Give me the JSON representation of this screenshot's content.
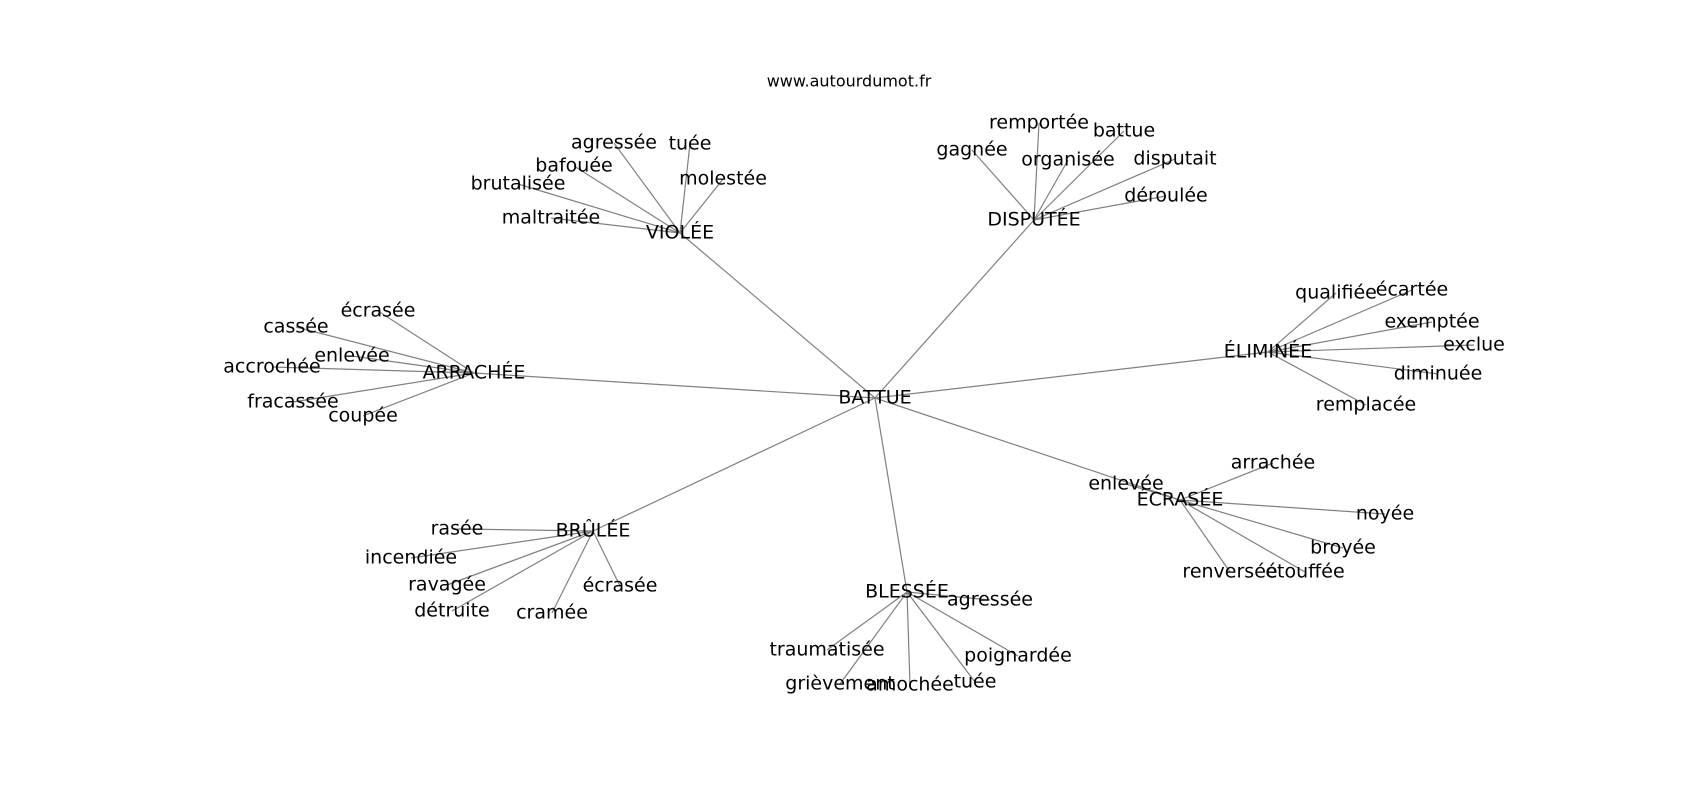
{
  "source_label": "www.autourdumot.fr",
  "center_word": "BATTUE",
  "clusters": [
    {
      "word": "VIOLÉE",
      "neighbors": [
        "agressée",
        "tuée",
        "bafouée",
        "molestée",
        "brutalisée",
        "maltraitée"
      ]
    },
    {
      "word": "DISPUTÉE",
      "neighbors": [
        "remportée",
        "battue",
        "gagnée",
        "organisée",
        "disputait",
        "déroulée"
      ]
    },
    {
      "word": "ARRACHÉE",
      "neighbors": [
        "écrasée",
        "cassée",
        "enlevée",
        "accrochée",
        "fracassée",
        "coupée"
      ]
    },
    {
      "word": "ÉLIMINÉE",
      "neighbors": [
        "qualifiée",
        "écartée",
        "exemptée",
        "exclue",
        "diminuée",
        "remplacée"
      ]
    },
    {
      "word": "ÉCRASÉE",
      "neighbors": [
        "arrachée",
        "enlevée",
        "noyée",
        "broyée",
        "renversée",
        "étouffée"
      ]
    },
    {
      "word": "BRÛLÉE",
      "neighbors": [
        "rasée",
        "incendiée",
        "ravagée",
        "détruite",
        "cramée",
        "écrasée"
      ]
    },
    {
      "word": "BLESSÉE",
      "neighbors": [
        "agressée",
        "traumatisée",
        "poignardée",
        "grièvement",
        "amochée",
        "tuée"
      ]
    }
  ]
}
